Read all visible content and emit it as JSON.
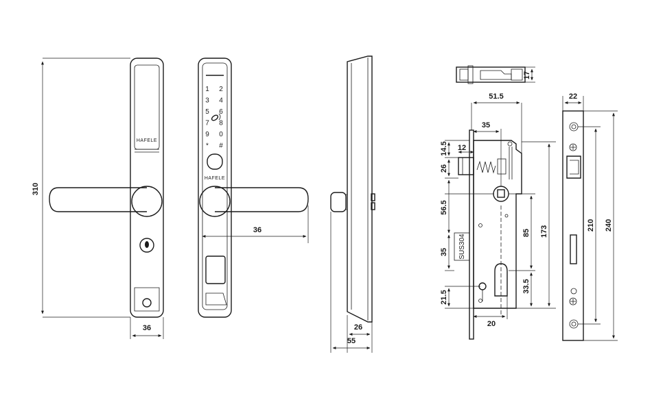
{
  "brand": {
    "name": "HAFELE"
  },
  "keypad": {
    "keys": [
      "1",
      "2",
      "3",
      "4",
      "5",
      "6",
      "7",
      "8",
      "9",
      "0",
      "*",
      "#"
    ]
  },
  "plate_label": "SUS304",
  "dimensions": {
    "front_height": "310",
    "front_width": "36",
    "handle_reach": "36",
    "side_26": "26",
    "side_55": "55",
    "top_17": "17",
    "body_51_5": "51.5",
    "backset_35": "35",
    "d_14_5": "14.5",
    "d_12": "12",
    "d_26": "26",
    "d_56_5": "56.5",
    "d_35_low": "35",
    "d_85": "85",
    "d_173": "173",
    "d_33_5": "33.5",
    "d_21_5": "21.5",
    "d_20": "20",
    "face_22": "22",
    "face_210": "210",
    "face_240": "240"
  }
}
